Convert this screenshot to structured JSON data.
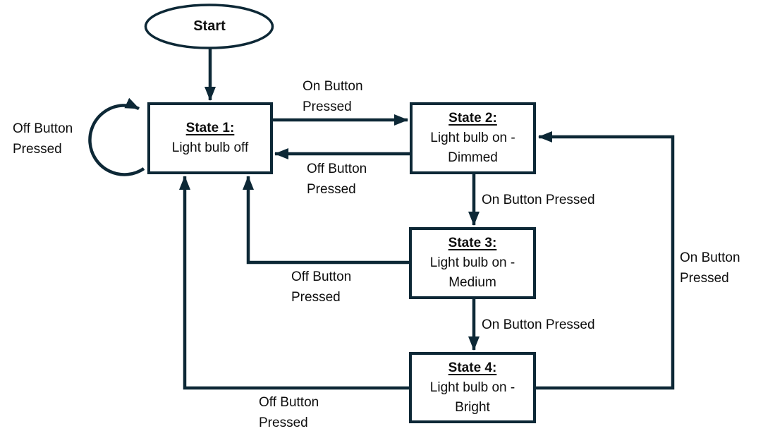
{
  "colors": {
    "line": "#0d2836",
    "text": "#0e0e0e",
    "canvas_bg": "#ffffff"
  },
  "diagram": {
    "start_label": "Start",
    "states": [
      {
        "title": "State 1:",
        "lines": [
          "Light bulb off"
        ]
      },
      {
        "title": "State 2:",
        "lines": [
          "Light bulb on -",
          "Dimmed"
        ]
      },
      {
        "title": "State 3:",
        "lines": [
          "Light bulb on -",
          "Medium"
        ]
      },
      {
        "title": "State 4:",
        "lines": [
          "Light bulb on -",
          "Bright"
        ]
      }
    ],
    "transitions": [
      {
        "name": "state1-self-loop",
        "label_lines": [
          "Off Button",
          "Pressed"
        ]
      },
      {
        "name": "state1-to-state2",
        "label_lines": [
          "On Button",
          "Pressed"
        ]
      },
      {
        "name": "state2-to-state1",
        "label_lines": [
          "Off Button",
          "Pressed"
        ]
      },
      {
        "name": "state2-to-state3",
        "label_lines": [
          "On Button Pressed"
        ]
      },
      {
        "name": "state3-to-state1",
        "label_lines": [
          "Off Button",
          "Pressed"
        ]
      },
      {
        "name": "state3-to-state4",
        "label_lines": [
          "On Button Pressed"
        ]
      },
      {
        "name": "state4-to-state1",
        "label_lines": [
          "Off Button",
          "Pressed"
        ]
      },
      {
        "name": "state4-to-state2",
        "label_lines": [
          "On Button",
          "Pressed"
        ]
      }
    ]
  }
}
